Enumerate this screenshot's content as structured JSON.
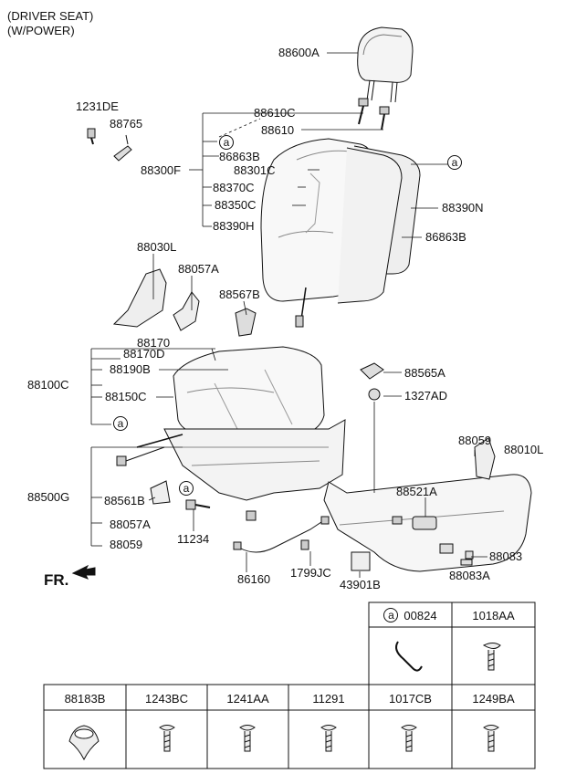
{
  "header": {
    "line1": "(DRIVER SEAT)",
    "line2": "(W/POWER)"
  },
  "fr_label": "FR.",
  "circle_marker": "a",
  "labels": {
    "l88600A": "88600A",
    "l1231DE": "1231DE",
    "l88765": "88765",
    "l88610C": "88610C",
    "l88610": "88610",
    "l86863B_1": "86863B",
    "l88300F": "88300F",
    "l88301C": "88301C",
    "l88370C": "88370C",
    "l88350C": "88350C",
    "l88390H": "88390H",
    "l88390N": "88390N",
    "l86863B_2": "86863B",
    "l88030L": "88030L",
    "l88057A_1": "88057A",
    "l88567B": "88567B",
    "l88170": "88170",
    "l88170D": "88170D",
    "l88190B": "88190B",
    "l88100C": "88100C",
    "l88150C": "88150C",
    "l88565A": "88565A",
    "l1327AD": "1327AD",
    "l88059_1": "88059",
    "l88010L": "88010L",
    "l88500G": "88500G",
    "l88561B": "88561B",
    "l88057A_2": "88057A",
    "l88059_2": "88059",
    "l11234": "11234",
    "l88521A": "88521A",
    "l88083": "88083",
    "l88083A": "88083A",
    "l86160": "86160",
    "l1799JC": "1799JC",
    "l43901B": "43901B"
  },
  "table_top": [
    {
      "code": "00824",
      "marker": "a",
      "icon": "clip-icon"
    },
    {
      "code": "1018AA",
      "marker": "",
      "icon": "screw-icon"
    }
  ],
  "table_bottom": [
    {
      "code": "88183B",
      "icon": "grommet-icon"
    },
    {
      "code": "1243BC",
      "icon": "screw-icon"
    },
    {
      "code": "1241AA",
      "icon": "screw-icon"
    },
    {
      "code": "11291",
      "icon": "screw-icon"
    },
    {
      "code": "1017CB",
      "icon": "screw-icon"
    },
    {
      "code": "1249BA",
      "icon": "screw-icon"
    }
  ]
}
